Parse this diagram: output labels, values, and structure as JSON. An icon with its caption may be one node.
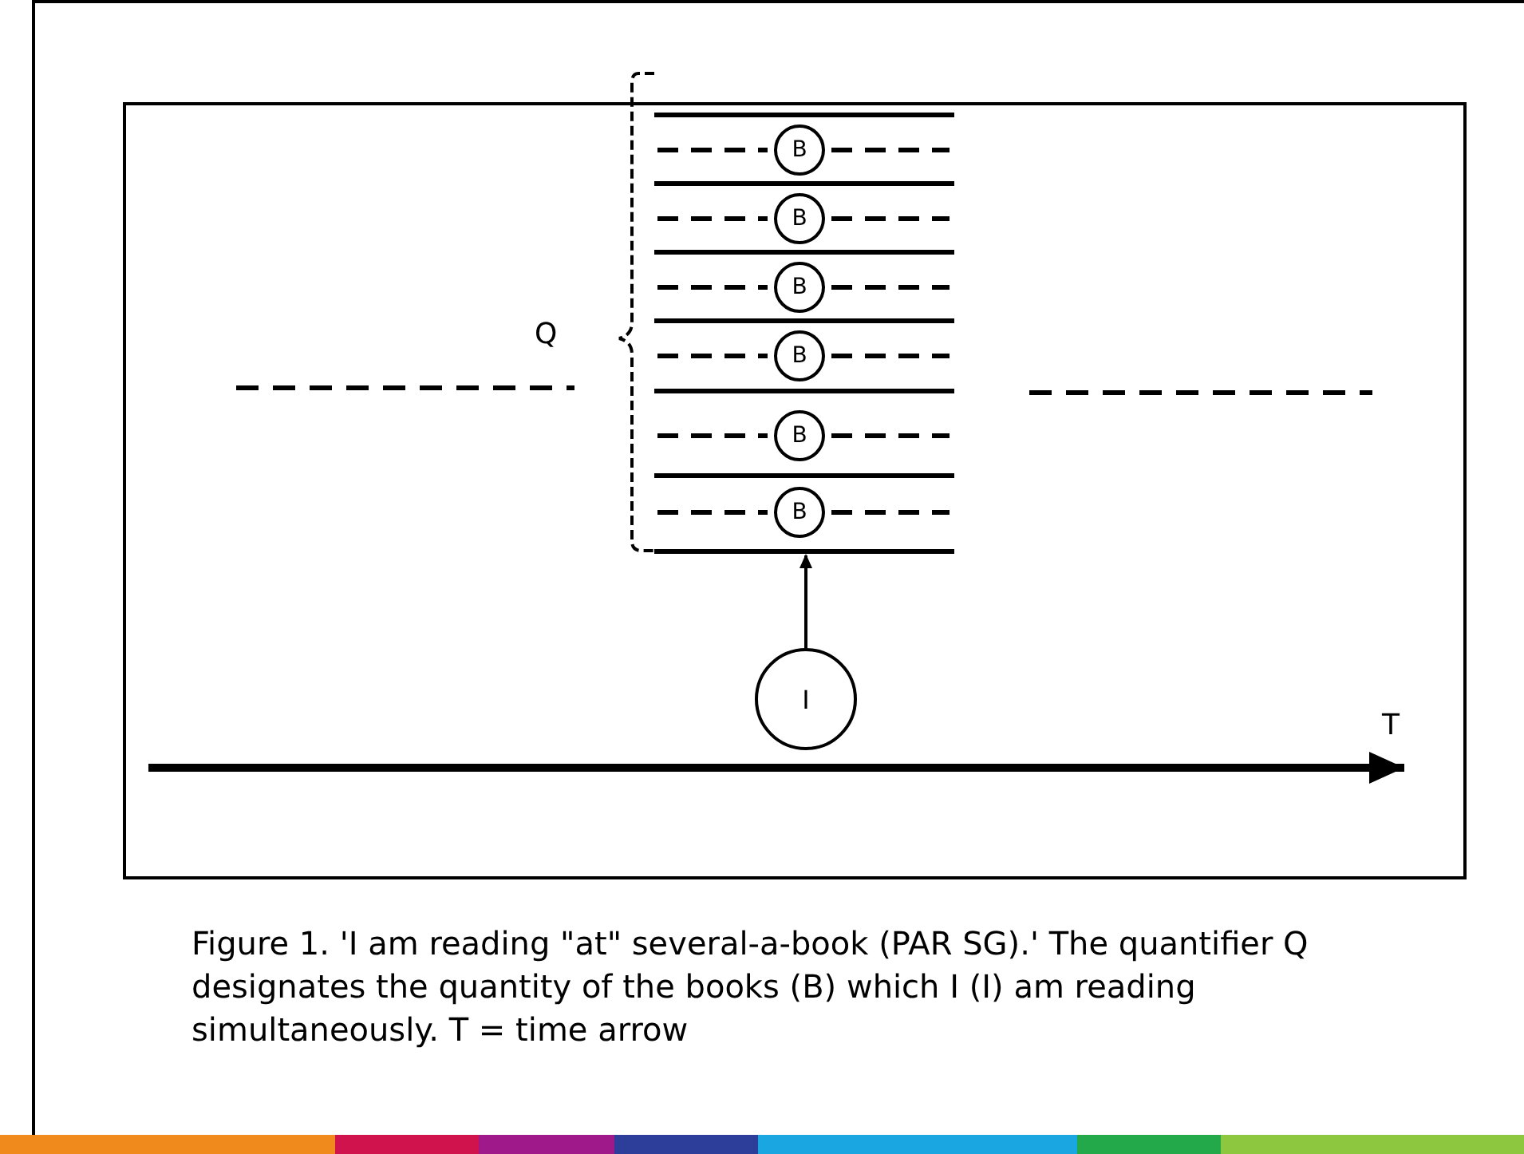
{
  "diagram": {
    "caption": "Figure 1. 'I am reading \"at\" several-a-book (PAR SG).' The quantifier Q designates the quantity of the books (B) which I (I) am reading simultaneously. T = time arrow",
    "nodes": [
      {
        "text": [
          "B"
        ]
      },
      {
        "text": [
          "B"
        ]
      },
      {
        "text": [
          "B"
        ]
      },
      {
        "text": [
          "B"
        ]
      },
      {
        "text": [
          "B"
        ]
      },
      {
        "text": [
          "B"
        ]
      },
      {
        "text": [
          "I"
        ]
      },
      {
        "text": [],
        "shape": "bar"
      }
    ],
    "edges": [
      {
        "from": 6,
        "to": 7,
        "arrow": "to"
      }
    ],
    "labels": [
      "Q",
      "T"
    ]
  }
}
